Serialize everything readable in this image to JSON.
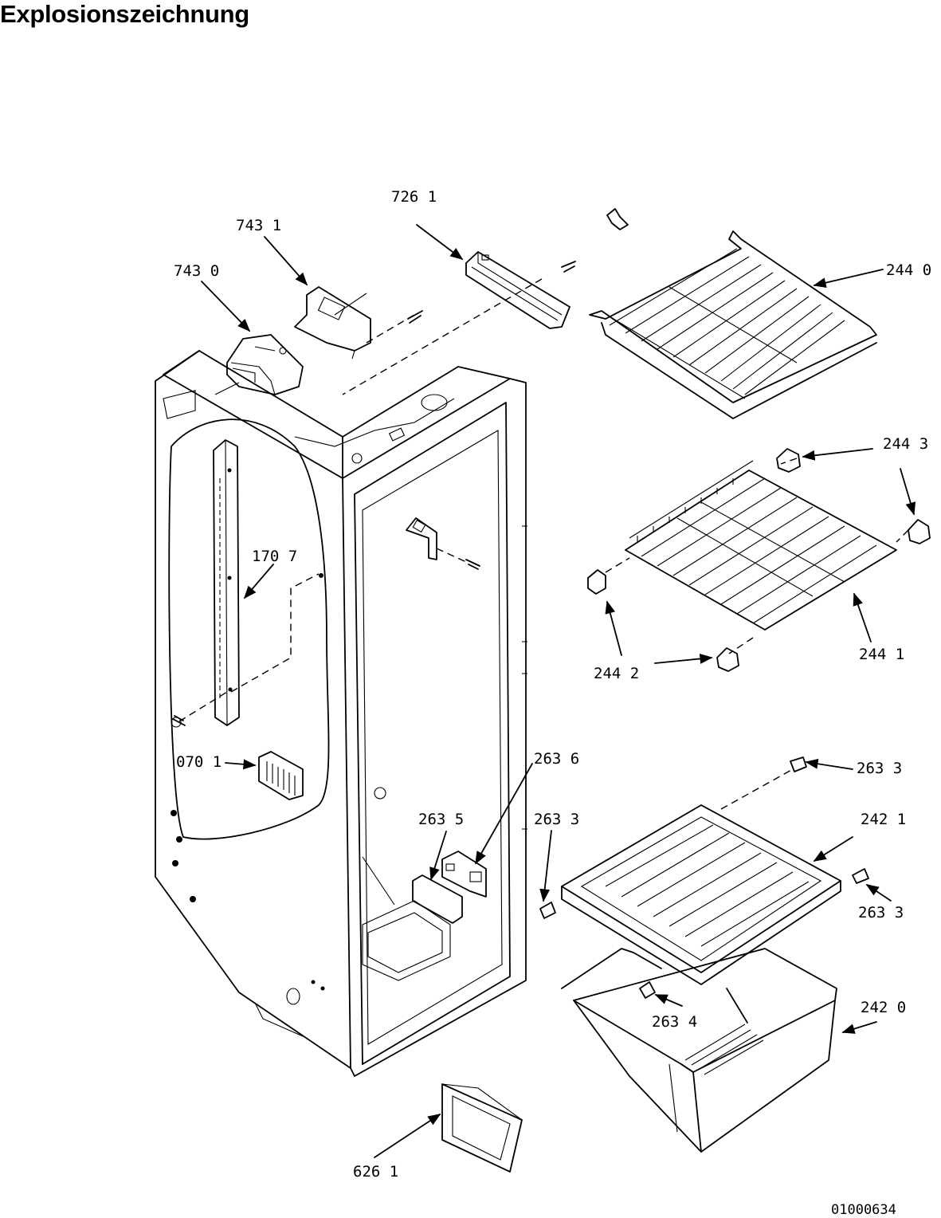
{
  "title": "Explosionszeichnung",
  "document_number": "01000634",
  "callouts": [
    {
      "id": "7261",
      "text": "726 1"
    },
    {
      "id": "7431",
      "text": "743 1"
    },
    {
      "id": "7430",
      "text": "743 0"
    },
    {
      "id": "2440",
      "text": "244 0"
    },
    {
      "id": "2443",
      "text": "244 3"
    },
    {
      "id": "1707",
      "text": "170 7"
    },
    {
      "id": "2442",
      "text": "244 2"
    },
    {
      "id": "2441",
      "text": "244 1"
    },
    {
      "id": "0701",
      "text": "070 1"
    },
    {
      "id": "2636",
      "text": "263 6"
    },
    {
      "id": "2633a",
      "text": "263 3"
    },
    {
      "id": "2635",
      "text": "263 5"
    },
    {
      "id": "2633b",
      "text": "263 3"
    },
    {
      "id": "2421",
      "text": "242 1"
    },
    {
      "id": "2633c",
      "text": "263 3"
    },
    {
      "id": "2634",
      "text": "263 4"
    },
    {
      "id": "2420",
      "text": "242 0"
    },
    {
      "id": "6261",
      "text": "626 1"
    }
  ]
}
